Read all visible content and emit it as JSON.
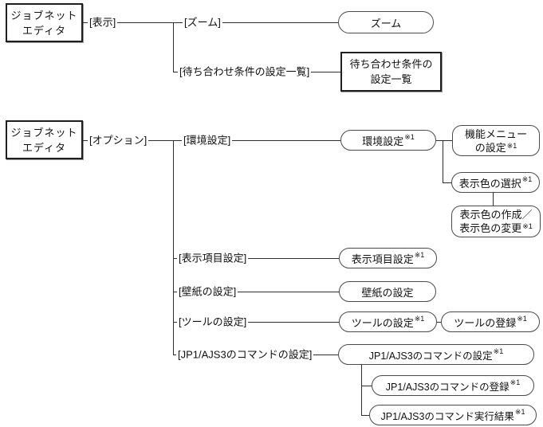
{
  "colors": {
    "background": "#ffffff",
    "line": "#2e2e2e",
    "rect_border": "#1f1f1f",
    "capsule_border": "#4a4a4a",
    "text": "#111111"
  },
  "tree1": {
    "root": {
      "line1": "ジョブネット",
      "line2": "エディタ"
    },
    "menu": "[表示]",
    "items": [
      {
        "menu": "[ズーム]",
        "dialog": {
          "text": "ズーム"
        }
      },
      {
        "menu": "[待ち合わせ条件の設定一覧]",
        "dialog": {
          "line1": "待ち合わせ条件の",
          "line2": "設定一覧"
        }
      }
    ]
  },
  "tree2": {
    "root": {
      "line1": "ジョブネット",
      "line2": "エディタ"
    },
    "menu": "[オプション]",
    "items": [
      {
        "menu": "[環境設定]",
        "dialog": {
          "text": "環境設定",
          "sup": "※1"
        },
        "children": [
          {
            "dialog": {
              "line1": "機能メニュー",
              "line2": "の設定",
              "sup": "※1"
            }
          },
          {
            "dialog": {
              "text": "表示色の選択",
              "sup": "※1"
            },
            "children": [
              {
                "dialog": {
                  "line1": "表示色の作成／",
                  "line2": "表示色の変更",
                  "sup": "※1"
                }
              }
            ]
          }
        ]
      },
      {
        "menu": "[表示項目設定]",
        "dialog": {
          "text": "表示項目設定",
          "sup": "※1"
        }
      },
      {
        "menu": "[壁紙の設定]",
        "dialog": {
          "text": "壁紙の設定"
        }
      },
      {
        "menu": "[ツールの設定]",
        "dialog": {
          "text": "ツールの設定",
          "sup": "※1"
        },
        "children": [
          {
            "dialog": {
              "text": "ツールの登録",
              "sup": "※1"
            }
          }
        ]
      },
      {
        "menu": "[JP1/AJS3のコマンドの設定]",
        "dialog": {
          "text": "JP1/AJS3のコマンドの設定",
          "sup": "※1"
        },
        "children": [
          {
            "dialog": {
              "text": "JP1/AJS3のコマンドの登録",
              "sup": "※1"
            }
          },
          {
            "dialog": {
              "text": "JP1/AJS3のコマンド実行結果",
              "sup": "※1"
            }
          }
        ]
      }
    ]
  }
}
